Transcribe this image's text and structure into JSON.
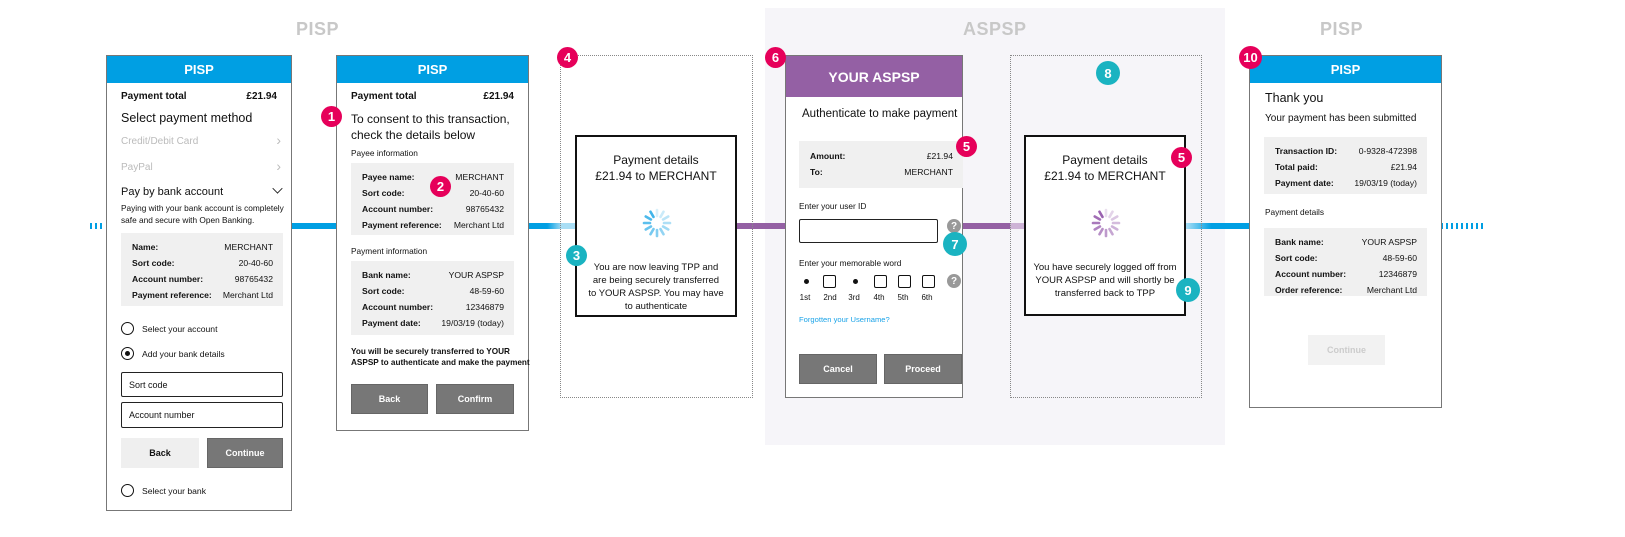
{
  "zones": {
    "left": "PISP",
    "middle": "ASPSP",
    "right": "PISP"
  },
  "colors": {
    "pisp": "#009fe3",
    "aspsp": "#9460a4",
    "badge_pink": "#e6005a",
    "badge_teal": "#1ab3c1"
  },
  "screen1": {
    "header": "PISP",
    "total_label": "Payment total",
    "total_value": "£21.94",
    "heading": "Select payment method",
    "methods": [
      "Credit/Debit Card",
      "PayPal",
      "Pay by bank account"
    ],
    "bank_note": "Paying with your bank account is completely safe and secure with Open Banking.",
    "details": [
      {
        "k": "Name:",
        "v": "MERCHANT"
      },
      {
        "k": "Sort code:",
        "v": "20-40-60"
      },
      {
        "k": "Account number:",
        "v": "98765432"
      },
      {
        "k": "Payment reference:",
        "v": "Merchant Ltd"
      }
    ],
    "radio_select_account": "Select your account",
    "radio_add_details": "Add your bank details",
    "sort_code_placeholder": "Sort code",
    "account_number_placeholder": "Account number",
    "back": "Back",
    "continue": "Continue",
    "radio_select_bank": "Select your bank"
  },
  "screen2": {
    "header": "PISP",
    "total_label": "Payment total",
    "total_value": "£21.94",
    "heading_line1": "To consent to this transaction,",
    "heading_line2": "check the details below",
    "payee_title": "Payee information",
    "payee": [
      {
        "k": "Payee name:",
        "v": "MERCHANT"
      },
      {
        "k": "Sort code:",
        "v": "20-40-60"
      },
      {
        "k": "Account number:",
        "v": "98765432"
      },
      {
        "k": "Payment reference:",
        "v": "Merchant Ltd"
      }
    ],
    "payment_title": "Payment information",
    "payment": [
      {
        "k": "Bank name:",
        "v": "YOUR ASPSP"
      },
      {
        "k": "Sort code:",
        "v": "48-59-60"
      },
      {
        "k": "Account number:",
        "v": "12346879"
      },
      {
        "k": "Payment date:",
        "v": "19/03/19 (today)"
      }
    ],
    "note_line1": "You will be securely transferred to YOUR",
    "note_line2": "ASPSP to authenticate and make the payment",
    "back": "Back",
    "confirm": "Confirm"
  },
  "transfer1": {
    "title": "Payment details",
    "amount": "£21.94 to MERCHANT",
    "lines": [
      "You are now leaving TPP and",
      "are being securely transferred",
      "to YOUR ASPSP. You may have",
      "to authenticate"
    ]
  },
  "aspsp": {
    "header": "YOUR ASPSP",
    "heading": "Authenticate to make payment",
    "details": [
      {
        "k": "Amount:",
        "v": "£21.94"
      },
      {
        "k": "To:",
        "v": "MERCHANT"
      }
    ],
    "user_id_label": "Enter your user ID",
    "memorable_label": "Enter your memorable word",
    "positions": [
      "1st",
      "2nd",
      "3rd",
      "4th",
      "5th",
      "6th"
    ],
    "forgot_link": "Forgotten your Username?",
    "help": "?",
    "cancel": "Cancel",
    "proceed": "Proceed"
  },
  "transfer2": {
    "title": "Payment details",
    "amount": "£21.94 to MERCHANT",
    "lines": [
      "You have securely logged off from",
      "YOUR ASPSP and will shortly be",
      "transferred back to TPP"
    ]
  },
  "screen3": {
    "header": "PISP",
    "heading": "Thank you",
    "subheading": "Your payment has been submitted",
    "summary": [
      {
        "k": "Transaction ID:",
        "v": "0-9328-472398"
      },
      {
        "k": "Total paid:",
        "v": "£21.94"
      },
      {
        "k": "Payment date:",
        "v": "19/03/19 (today)"
      }
    ],
    "details_title": "Payment details",
    "details": [
      {
        "k": "Bank name:",
        "v": "YOUR ASPSP"
      },
      {
        "k": "Sort code:",
        "v": "48-59-60"
      },
      {
        "k": "Account number:",
        "v": "12346879"
      },
      {
        "k": "Order reference:",
        "v": "Merchant Ltd"
      }
    ],
    "continue": "Continue"
  },
  "badges": {
    "b1": "1",
    "b2": "2",
    "b3": "3",
    "b4": "4",
    "b5": "5",
    "b6": "6",
    "b7": "7",
    "b8": "8",
    "b9": "9",
    "b10": "10"
  }
}
